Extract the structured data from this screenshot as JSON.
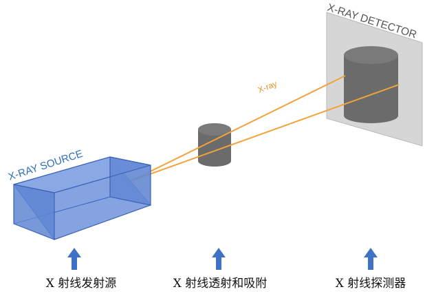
{
  "labels": {
    "source": "X-RAY SOURCE",
    "detector": "X-RAY DETECTOR",
    "beam": "X-ray"
  },
  "captions": {
    "source": "X 射线发射源",
    "object": "X 射线透射和吸附",
    "detector": "X 射线探测器"
  },
  "colors": {
    "source_fill": "#6f93da",
    "source_edge": "#3a62b8",
    "source_label": "#2f6fbd",
    "beam": "#f2a23a",
    "beam_label": "#e89222",
    "object": "#6b6b6b",
    "detector_panel": "#d6d6d6",
    "arrow": "#3f72c4"
  },
  "icons": [
    "up-arrow-icon",
    "up-arrow-icon",
    "up-arrow-icon"
  ]
}
